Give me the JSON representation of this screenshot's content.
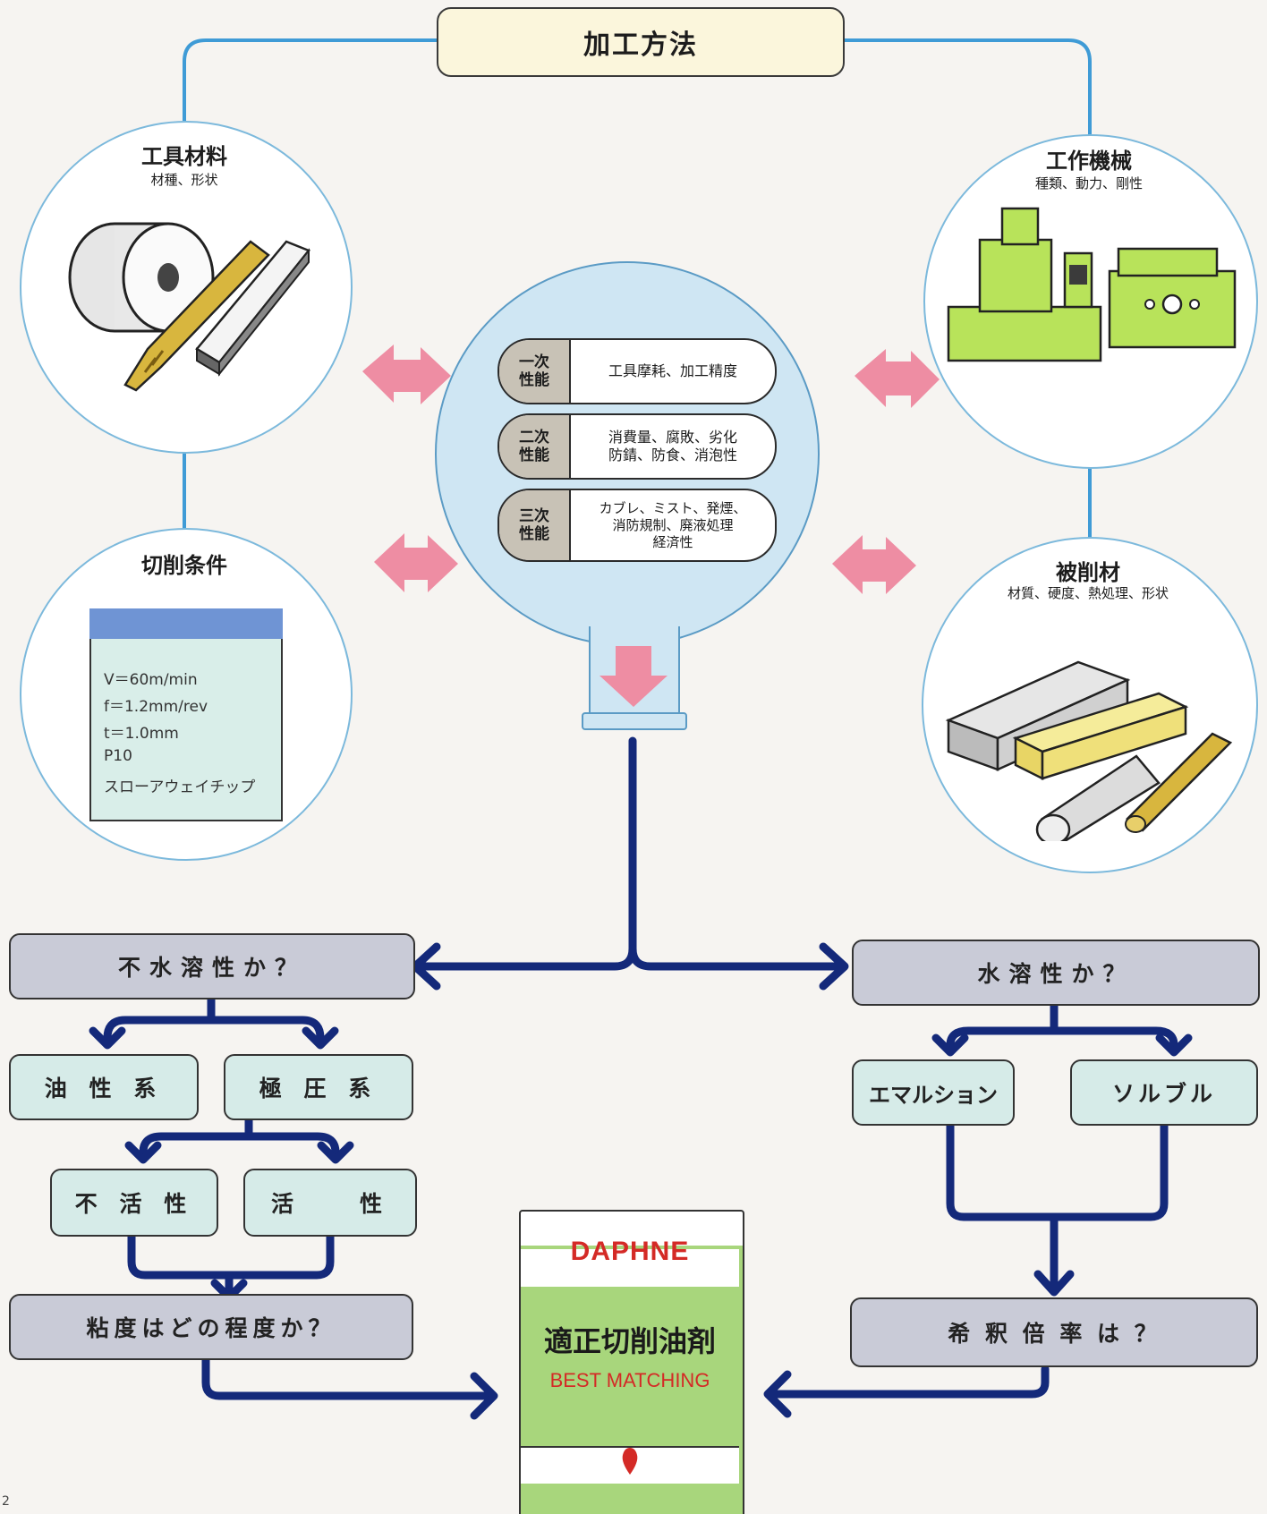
{
  "top_label": "加工方法",
  "factors": {
    "tool": {
      "title": "工具材料",
      "sub": "材種、形状"
    },
    "machine": {
      "title": "工作機械",
      "sub": "種類、動力、剛性"
    },
    "conditions": {
      "title": "切削条件",
      "lines": [
        "V＝60m/min",
        "f＝1.2mm/rev",
        "t＝1.0mm",
        "P10",
        "スローアウェイチップ"
      ]
    },
    "workpiece": {
      "title": "被削材",
      "sub": "材質、硬度、熱処理、形状"
    }
  },
  "performance": [
    {
      "tag": "一次\n性能",
      "text": "工具摩耗、加工精度"
    },
    {
      "tag": "二次\n性能",
      "text": "消費量、腐敗、劣化\n防錆、防食、消泡性"
    },
    {
      "tag": "三次\n性能",
      "text": "カブレ、ミスト、発煙、\n消防規制、廃液処理\n経済性"
    }
  ],
  "flow": {
    "non_water": "不水溶性か？",
    "water": "水溶性か？",
    "oily": "油 性 系",
    "ep": "極 圧 系",
    "inactive": "不 活 性",
    "active": "活　　性",
    "viscosity": "粘度はどの程度か？",
    "emulsion": "エマルション",
    "soluble": "ソルブル",
    "dilution": "希 釈 倍 率 は ？"
  },
  "product": {
    "brand": "DAPHNE",
    "name": "適正切削油剤",
    "tagline": "BEST MATCHING"
  },
  "page_number": "2",
  "colors": {
    "flow_line": "#14297a",
    "accent_arrow": "#ee8da3",
    "circle_border": "#7cb9dc",
    "brand_red": "#d42a26"
  }
}
